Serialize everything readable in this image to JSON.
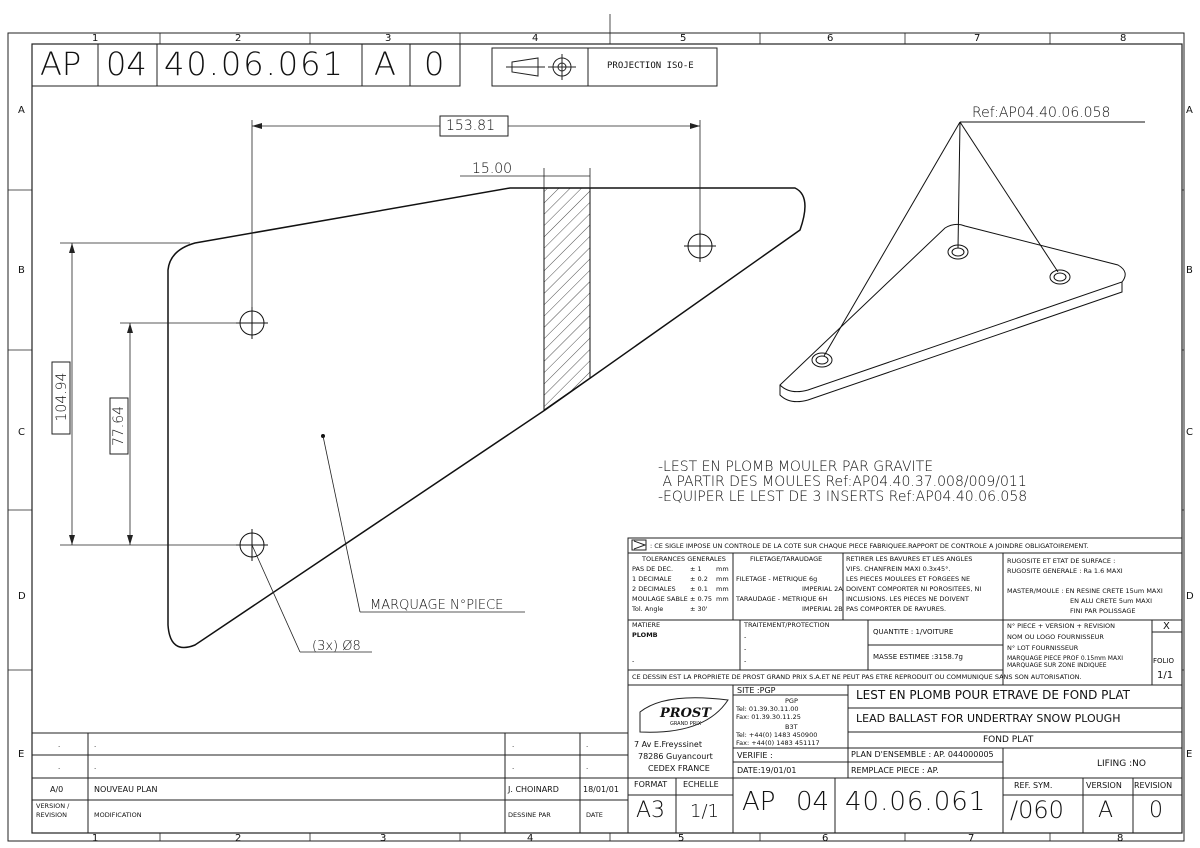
{
  "header": {
    "code1": "AP",
    "code2": "04",
    "code3": "40.06.061",
    "version": "A",
    "revision": "0",
    "projection_label": "PROJECTION ISO-E"
  },
  "grid": {
    "cols": [
      "1",
      "2",
      "3",
      "4",
      "5",
      "6",
      "7",
      "8"
    ],
    "rows": [
      "A",
      "B",
      "C",
      "D",
      "E"
    ]
  },
  "dimensions": {
    "width_total": "153.81",
    "width_hatch": "15.00",
    "height_total": "104.94",
    "height_holes": "77.64",
    "holes_note": "(3x) Ø8",
    "marking_note": "MARQUAGE N°PIECE"
  },
  "iso_view": {
    "ref_label": "Ref:AP04.40.06.058"
  },
  "notes": {
    "line1": "-LEST EN PLOMB MOULER PAR GRAVITE",
    "line2": " A PARTIR DES MOULES Ref:AP04.40.37.008/009/011",
    "line3": "-EQUIPER LE LEST DE 3 INSERTS Ref:AP04.40.06.058"
  },
  "title_block": {
    "sign_note": ": CE SIGLE IMPOSE UN CONTROLE DE LA COTE SUR CHAQUE PIECE FABRIQUEE.RAPPORT DE CONTROLE A JOINDRE OBLIGATOIREMENT.",
    "tolerances": {
      "title": "TOLERANCES GENERALES",
      "rows": [
        [
          "PAS DE DEC.",
          "± 1",
          "mm"
        ],
        [
          "1 DECIMALE",
          "± 0.2",
          "mm"
        ],
        [
          "2 DECIMALES",
          "± 0.1",
          "mm"
        ],
        [
          "MOULAGE SABLE",
          "± 0.75",
          "mm"
        ],
        [
          "Tol. Angle",
          "± 30'",
          ""
        ]
      ]
    },
    "threading": {
      "title": "FILETAGE/TARAUDAGE",
      "rows": [
        "FILETAGE  - METRIQUE 6g",
        "IMPERIAL 2A",
        "TARAUDAGE - METRIQUE 6H",
        "IMPERIAL 2B"
      ]
    },
    "burrs": {
      "rows": [
        "RETIRER LES BAVURES ET LES ANGLES",
        "VIFS. CHANFREIN MAXI 0.3x45°.",
        "LES PIECES MOULEES ET FORGEES NE",
        "DOIVENT COMPORTER NI POROSITEES, NI",
        "INCLUSIONS. LES PIECES NE DOIVENT",
        "PAS COMPORTER DE RAYURES."
      ]
    },
    "roughness": {
      "rows": [
        "RUGOSITE ET ETAT DE SURFACE :",
        "RUGOSITE GENERALE : Ra 1.6 MAXI",
        "",
        "MASTER/MOULE : EN RESINE CRETE 15um MAXI",
        "EN ALU CRETE 5um MAXI",
        "FINI PAR POLISSAGE"
      ]
    },
    "material_label": "MATIERE",
    "material_value": "PLOMB",
    "treatment_label": "TRAITEMENT/PROTECTION",
    "treatment_values": [
      "-",
      "-",
      "-"
    ],
    "quantity": "QUANTITE :  1/VOITURE",
    "mass": "MASSE ESTIMEE :3158.7g",
    "marking_rows": [
      "N° PIECE + VERSION + REVISION",
      "NOM OU LOGO FOURNISSEUR",
      "N° LOT FOURNISSEUR",
      "MARQUAGE PIECE PROF 0.15mm MAXI",
      "MARQUAGE SUR ZONE INDIQUEE"
    ],
    "marking_x": "X",
    "folio_label": "FOLIO",
    "folio_value": "1/1",
    "property_note": "CE DESSIN EST LA PROPRIETE DE PROST GRAND PRIX S.A.ET NE PEUT PAS ETRE REPRODUIT OU COMMUNIQUE SANS SON AUTORISATION.",
    "company": {
      "logo": "PROST",
      "logo_sub": "GRAND PRIX",
      "addr1": "7 Av E.Freyssinet",
      "addr2": "78286 Guyancourt",
      "addr3": "CEDEX FRANCE"
    },
    "site_label": "SITE :PGP",
    "site_pgp": "PGP",
    "site_pgp_tel": "Tel: 01.39.30.11.00",
    "site_pgp_fax": "Fax: 01.39.30.11.25",
    "site_b3t": "B3T",
    "site_b3t_tel": "Tel: +44(0) 1483 450900",
    "site_b3t_fax": "Fax: +44(0) 1483 451117",
    "verifie": "VERIFIE :",
    "date": "DATE:19/01/01",
    "title_fr": "LEST EN PLOMB POUR ETRAVE DE FOND PLAT",
    "title_en": "LEAD BALLAST FOR UNDERTRAY SNOW PLOUGH",
    "subtitle": "FOND PLAT",
    "plan_ensemble": "PLAN D'ENSEMBLE : AP. 044000005",
    "remplace": "REMPLACE PIECE  : AP.",
    "lifing": "LIFING :NO",
    "format_label": "FORMAT",
    "format_value": "A3",
    "echelle_label": "ECHELLE",
    "echelle_value": "1/1",
    "ref_sym_label": "REF. SYM.",
    "ref_sym_value": "/060",
    "version_label": "VERSION",
    "revision_label": "REVISION",
    "bottom_ap": "AP",
    "bottom_04": "04",
    "bottom_num": "40.06.061",
    "bottom_version": "A",
    "bottom_revision": "0"
  },
  "revision_table": {
    "rows": [
      {
        "ver": ".",
        "mod": ".",
        "by": ".",
        "date": "."
      },
      {
        "ver": ".",
        "mod": ".",
        "by": ".",
        "date": "."
      },
      {
        "ver": "A/0",
        "mod": "NOUVEAU PLAN",
        "by": "J. CHOINARD",
        "date": "18/01/01"
      }
    ],
    "h_version": "VERSION /",
    "h_revision": "REVISION",
    "h_modification": "MODIFICATION",
    "h_dessine": "DESSINE PAR",
    "h_date": "DATE"
  }
}
